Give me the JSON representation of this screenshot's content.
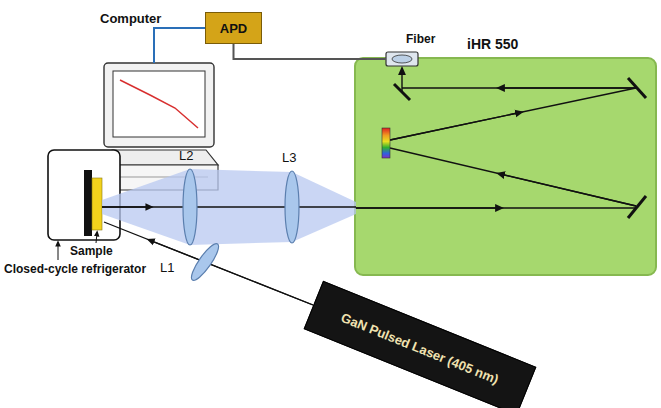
{
  "diagram": {
    "nodes": [
      {
        "text": [
          "Computer"
        ]
      },
      {
        "text": [
          "APD"
        ]
      },
      {
        "text": [
          "Fiber"
        ]
      },
      {
        "text": [
          "iHR 550"
        ]
      },
      {
        "text": [
          "GaN Pulsed Laser (405 nm)"
        ]
      }
    ],
    "edges": [
      {
        "from": 0,
        "to": 1,
        "arrow": "none"
      },
      {
        "from": 1,
        "to": 2,
        "arrow": "none"
      }
    ],
    "labels": [
      "L2",
      "L3",
      "L1",
      "Sample",
      "Closed-cycle refrigerator"
    ]
  }
}
